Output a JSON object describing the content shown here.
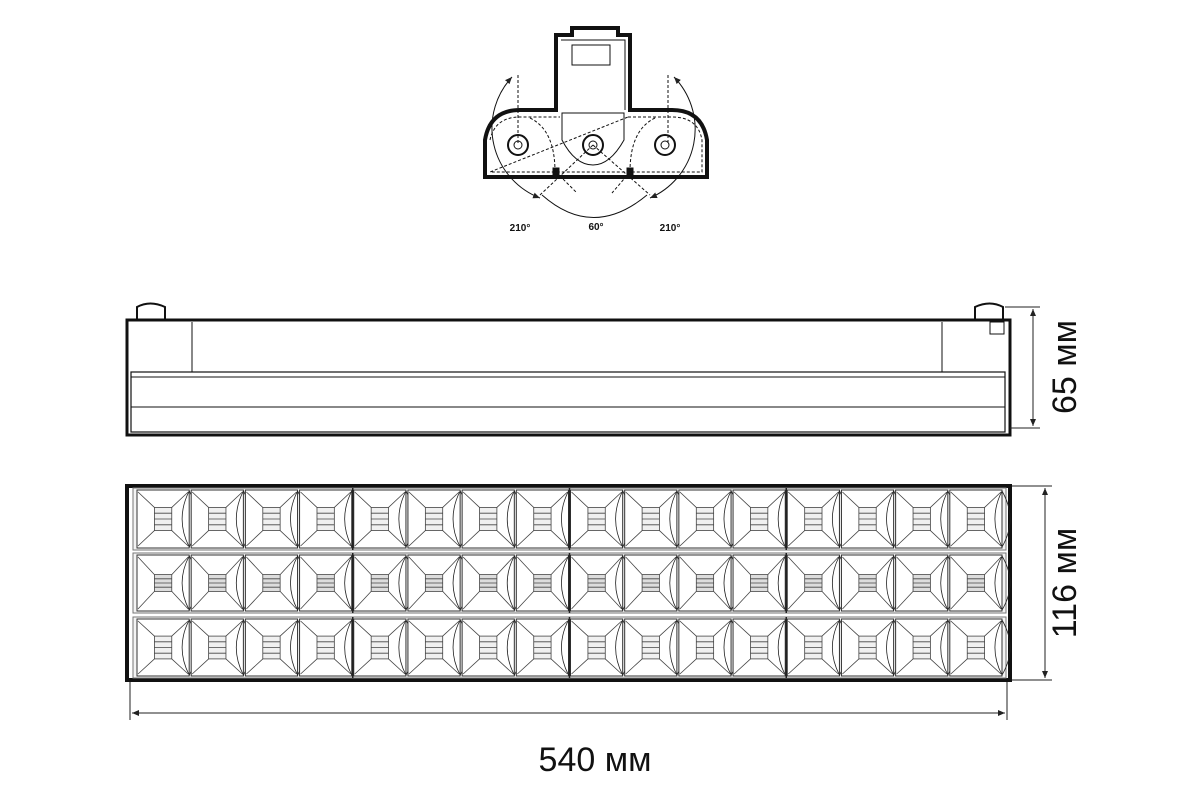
{
  "end_view": {
    "angles": {
      "left": "210°",
      "center": "60°",
      "right": "210°"
    }
  },
  "side_view": {
    "height_label": "65 мм"
  },
  "front_view": {
    "width_label": "116 мм",
    "length_label": "540 мм",
    "lens_grid": {
      "rows": 3,
      "columns": 16,
      "groups": 4
    }
  }
}
